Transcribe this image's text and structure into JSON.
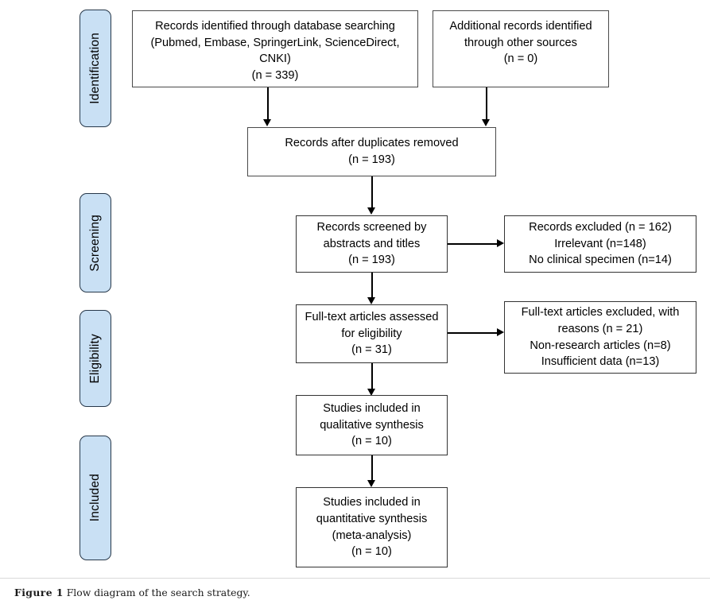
{
  "figure": {
    "caption_label": "Figure 1",
    "caption_text": "Flow diagram of the search strategy."
  },
  "stages": [
    {
      "id": "identification",
      "label": "Identification"
    },
    {
      "id": "screening",
      "label": "Screening"
    },
    {
      "id": "eligibility",
      "label": "Eligibility"
    },
    {
      "id": "included",
      "label": "Included"
    }
  ],
  "nodes": {
    "database_search": {
      "text": "Records identified through database searching\n(Pubmed, Embase, SpringerLink, ScienceDirect, CNKI)\n(n = 339)",
      "count": 339
    },
    "other_sources": {
      "text": "Additional records identified\nthrough other sources\n(n = 0)",
      "count": 0
    },
    "duplicates_removed": {
      "text": "Records after duplicates removed\n(n = 193)",
      "count": 193
    },
    "records_screened": {
      "text": "Records screened by\nabstracts and titles\n(n = 193)",
      "count": 193
    },
    "records_excluded": {
      "text": "Records excluded (n = 162)\nIrrelevant (n=148)\nNo clinical specimen (n=14)",
      "count": 162
    },
    "fulltext_assessed": {
      "text": "Full-text articles assessed\nfor eligibility\n(n = 31)",
      "count": 31
    },
    "fulltext_excluded": {
      "text": "Full-text articles excluded, with\nreasons (n = 21)\nNon-research articles (n=8)\nInsufficient data (n=13)",
      "count": 21
    },
    "qualitative_synthesis": {
      "text": "Studies included in\nqualitative synthesis\n(n = 10)",
      "count": 10
    },
    "quantitative_synthesis": {
      "text": "Studies included in\nquantitative synthesis\n(meta-analysis)\n(n = 10)",
      "count": 10
    }
  },
  "chart_data": {
    "type": "diagram",
    "title": "Flow diagram of the search strategy.",
    "diagram_kind": "PRISMA flow diagram",
    "stages": [
      "Identification",
      "Screening",
      "Eligibility",
      "Included"
    ],
    "nodes": [
      {
        "id": "database_search",
        "stage": "Identification",
        "label": "Records identified through database searching (Pubmed, Embase, SpringerLink, ScienceDirect, CNKI)",
        "n": 339
      },
      {
        "id": "other_sources",
        "stage": "Identification",
        "label": "Additional records identified through other sources",
        "n": 0
      },
      {
        "id": "duplicates_removed",
        "stage": "Screening",
        "label": "Records after duplicates removed",
        "n": 193
      },
      {
        "id": "records_screened",
        "stage": "Screening",
        "label": "Records screened by abstracts and titles",
        "n": 193
      },
      {
        "id": "records_excluded",
        "stage": "Screening",
        "label": "Records excluded",
        "n": 162,
        "reasons": [
          {
            "label": "Irrelevant",
            "n": 148
          },
          {
            "label": "No clinical specimen",
            "n": 14
          }
        ]
      },
      {
        "id": "fulltext_assessed",
        "stage": "Eligibility",
        "label": "Full-text articles assessed for eligibility",
        "n": 31
      },
      {
        "id": "fulltext_excluded",
        "stage": "Eligibility",
        "label": "Full-text articles excluded, with reasons",
        "n": 21,
        "reasons": [
          {
            "label": "Non-research articles",
            "n": 8
          },
          {
            "label": "Insufficient data",
            "n": 13
          }
        ]
      },
      {
        "id": "qualitative_synthesis",
        "stage": "Included",
        "label": "Studies included in qualitative synthesis",
        "n": 10
      },
      {
        "id": "quantitative_synthesis",
        "stage": "Included",
        "label": "Studies included in quantitative synthesis (meta-analysis)",
        "n": 10
      }
    ],
    "edges": [
      {
        "from": "database_search",
        "to": "duplicates_removed"
      },
      {
        "from": "other_sources",
        "to": "duplicates_removed"
      },
      {
        "from": "duplicates_removed",
        "to": "records_screened"
      },
      {
        "from": "records_screened",
        "to": "records_excluded"
      },
      {
        "from": "records_screened",
        "to": "fulltext_assessed"
      },
      {
        "from": "fulltext_assessed",
        "to": "fulltext_excluded"
      },
      {
        "from": "fulltext_assessed",
        "to": "qualitative_synthesis"
      },
      {
        "from": "qualitative_synthesis",
        "to": "quantitative_synthesis"
      }
    ],
    "colors": {
      "stage_tab_fill": "#c9e0f4",
      "stage_tab_border": "#27384a",
      "node_fill": "#ffffff",
      "node_border": "#4a4a4a",
      "connector": "#000000"
    }
  }
}
